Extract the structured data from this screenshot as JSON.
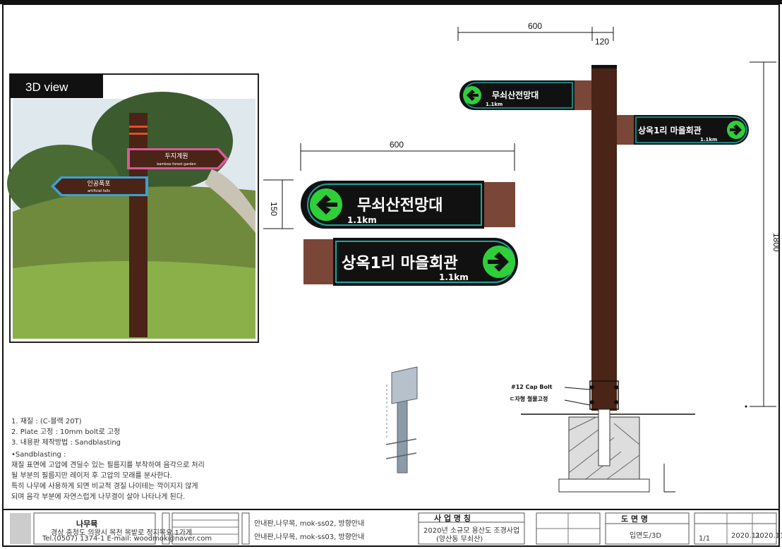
{
  "photo": {
    "label": "3D view",
    "sign_upper": "두지계원",
    "sign_upper_sub": "bamboo forest garden",
    "sign_lower": "인공폭포",
    "sign_lower_sub": "artificial falls"
  },
  "mid_dims": {
    "width": "600",
    "height": "150"
  },
  "sign_left": {
    "text": "무쇠산전망대",
    "distance": "1.1km"
  },
  "sign_right": {
    "text": "상옥1리 마을회관",
    "distance": "1.1km"
  },
  "elevation": {
    "width": "600",
    "post_width": "120",
    "height": "1800",
    "bolt_label": "#12 Cap Bolt",
    "fix_label": "ㄷ자형 철물고정"
  },
  "notes": [
    "1. 재질 : (C-블랙 20T)",
    "2. Plate 고정 : 10mm bolt로 고정",
    "3. 내용판 제작방법 : Sandblasting",
    "•Sandblasting :",
    "재질 표면에 고압에 견딜수 있는 필름지를 부착하여 음각으로 처리",
    "될 부분의 필름지만 레이저 후 고압의 모래를 분사한다.",
    "특히 나무에 사용하게 되면 비교적 경질 나이테는 깍이지지 않게",
    "되며 음각 부분에 자연스럽게 나무결이 살아 나타나게 된다."
  ],
  "title_block": {
    "company": "나무뮥",
    "company_addr": "경상 충청도 의왕시 목천 목밭로 정지목요 1가게",
    "company_tel": "Tel.(0507) 1374-1 E-mail: woodmok@naver.com",
    "item1": "안내판,나무목, mok-ss02, 방향안내",
    "item2": "안내판,나무목, mok-ss03, 방향안내",
    "project_label": "사 업 명 칭",
    "project_name": "2020년 소규모 용산도 조경사업",
    "project_sub": "(양산동 무쇠산)",
    "drawing_label": "도 면 명",
    "drawing_name": "입면도/3D",
    "date1": "2020.11.",
    "date2": "2020.11.",
    "scale": "1/1"
  },
  "colors": {
    "post": "#4a2416",
    "sign_bg": "#111111",
    "sign_border": "#1aa7a0",
    "arrow": "#2fcf3a",
    "plate": "#7a4638",
    "photo_pink": "#d85a9a",
    "photo_blue": "#3aa0d8"
  }
}
